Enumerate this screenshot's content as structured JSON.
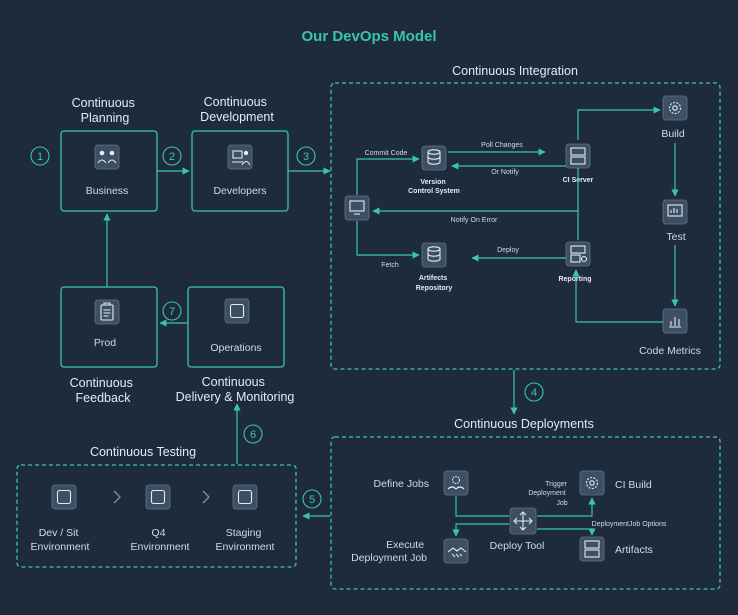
{
  "title": "Our DevOps Model",
  "phases": {
    "planning": "Continuous Planning",
    "development": "Continuous Development",
    "integration": "Continuous Integration",
    "feedback": "Continuous Feedback",
    "delivery": "Continuous Delivery & Monitoring",
    "testing": "Continuous Testing",
    "deployments": "Continuous Deployments"
  },
  "boxes": {
    "business": "Business",
    "developers": "Developers",
    "prod": "Prod",
    "operations": "Operations"
  },
  "steps": [
    "1",
    "2",
    "3",
    "4",
    "5",
    "6",
    "7"
  ],
  "ci": {
    "commit_code": "Commit Code",
    "vcs": "Version Control System",
    "poll_changes": "Poll Changes",
    "or_notify": "Or Notify",
    "ci_server": "CI Server",
    "notify_on_error": "Notify On Error",
    "deploy": "Deploy",
    "fetch": "Fetch",
    "artifacts_repo": "Artifacts Repository",
    "reporting": "Reporting",
    "build": "Build",
    "test": "Test",
    "code_metrics": "Code Metrics"
  },
  "testing": {
    "env1": "Dev / Sit Environment",
    "env2": "Q4 Environment",
    "env3": "Staging Environment"
  },
  "cd": {
    "define_jobs": "Define Jobs",
    "trigger_job": "Trigger Deployment Job",
    "ci_build": "CI Build",
    "deploy_tool": "Deploy Tool",
    "job_options": "DeploymentJob Options",
    "execute_job": "Execute Deployment Job",
    "artifacts": "Artifacts"
  },
  "icons": {
    "business": "team-icon",
    "developers": "developer-icon",
    "prod": "clipboard-icon",
    "operations": "square-icon",
    "vcs": "database-icon",
    "ci_server": "server-icon",
    "workstation": "monitor-icon",
    "artifacts_repo": "database-icon",
    "reporting": "server-report-icon",
    "build": "gear-icon",
    "test": "monitor-chart-icon",
    "code_metrics": "bar-chart-icon",
    "env": "square-icon",
    "define_jobs": "hand-gear-icon",
    "ci_build": "gear-icon",
    "deploy_tool": "move-arrows-icon",
    "execute_job": "handshake-icon",
    "artifacts": "server-icon"
  },
  "colors": {
    "background": "#1e2b3c",
    "accent": "#39c5a8",
    "text": "#e6ebf0"
  }
}
